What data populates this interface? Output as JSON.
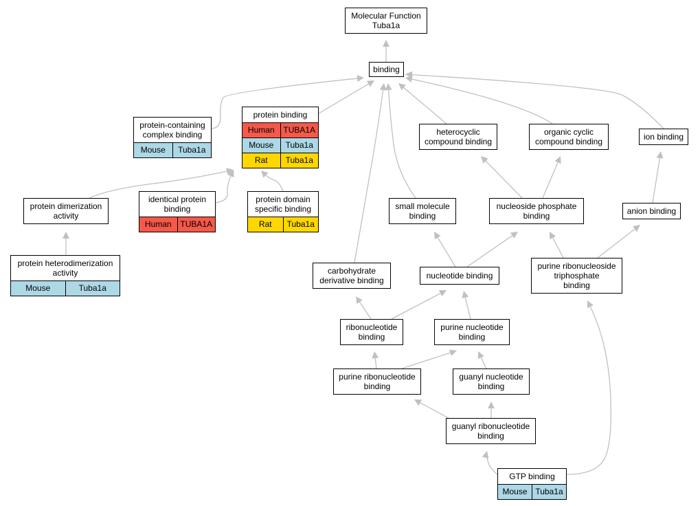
{
  "colors": {
    "human": "#f4594a",
    "mouse": "#add8e6",
    "rat": "#ffd700",
    "edge": "#c0c0c0"
  },
  "nodes": {
    "root": {
      "label": "Molecular Function\nTuba1a"
    },
    "binding": {
      "label": "binding"
    },
    "protein_containing_complex_binding": {
      "label": "protein-containing\ncomplex binding",
      "annotations": [
        {
          "species": "Mouse",
          "gene": "Tuba1a"
        }
      ]
    },
    "protein_binding": {
      "label": "protein binding",
      "annotations": [
        {
          "species": "Human",
          "gene": "TUBA1A"
        },
        {
          "species": "Mouse",
          "gene": "Tuba1a"
        },
        {
          "species": "Rat",
          "gene": "Tuba1a"
        }
      ]
    },
    "heterocyclic_compound_binding": {
      "label": "heterocyclic\ncompound binding"
    },
    "organic_cyclic_compound_binding": {
      "label": "organic cyclic\ncompound binding"
    },
    "ion_binding": {
      "label": "ion binding"
    },
    "protein_dimerization_activity": {
      "label": "protein dimerization\nactivity"
    },
    "identical_protein_binding": {
      "label": "identical protein\nbinding",
      "annotations": [
        {
          "species": "Human",
          "gene": "TUBA1A"
        }
      ]
    },
    "protein_domain_specific_binding": {
      "label": "protein domain\nspecific binding",
      "annotations": [
        {
          "species": "Rat",
          "gene": "Tuba1a"
        }
      ]
    },
    "small_molecule_binding": {
      "label": "small molecule\nbinding"
    },
    "nucleoside_phosphate_binding": {
      "label": "nucleoside phosphate\nbinding"
    },
    "anion_binding": {
      "label": "anion binding"
    },
    "protein_heterodimerization_activity": {
      "label": "protein heterodimerization\nactivity",
      "annotations": [
        {
          "species": "Mouse",
          "gene": "Tuba1a"
        }
      ]
    },
    "carbohydrate_derivative_binding": {
      "label": "carbohydrate\nderivative binding"
    },
    "nucleotide_binding": {
      "label": "nucleotide binding"
    },
    "purine_ribonucleoside_triphosphate_binding": {
      "label": "purine ribonucleoside\ntriphosphate\nbinding"
    },
    "ribonucleotide_binding": {
      "label": "ribonucleotide\nbinding"
    },
    "purine_nucleotide_binding": {
      "label": "purine nucleotide\nbinding"
    },
    "purine_ribonucleotide_binding": {
      "label": "purine ribonucleotide\nbinding"
    },
    "guanyl_nucleotide_binding": {
      "label": "guanyl nucleotide\nbinding"
    },
    "guanyl_ribonucleotide_binding": {
      "label": "guanyl ribonucleotide\nbinding"
    },
    "gtp_binding": {
      "label": "GTP binding",
      "annotations": [
        {
          "species": "Mouse",
          "gene": "Tuba1a"
        }
      ]
    }
  },
  "edges": [
    [
      "binding",
      "root"
    ],
    [
      "protein_containing_complex_binding",
      "binding"
    ],
    [
      "protein_binding",
      "binding"
    ],
    [
      "heterocyclic_compound_binding",
      "binding"
    ],
    [
      "organic_cyclic_compound_binding",
      "binding"
    ],
    [
      "ion_binding",
      "binding"
    ],
    [
      "small_molecule_binding",
      "binding"
    ],
    [
      "carbohydrate_derivative_binding",
      "binding"
    ],
    [
      "protein_dimerization_activity",
      "protein_binding"
    ],
    [
      "identical_protein_binding",
      "protein_binding"
    ],
    [
      "protein_domain_specific_binding",
      "protein_binding"
    ],
    [
      "protein_heterodimerization_activity",
      "protein_dimerization_activity"
    ],
    [
      "nucleoside_phosphate_binding",
      "heterocyclic_compound_binding"
    ],
    [
      "nucleoside_phosphate_binding",
      "organic_cyclic_compound_binding"
    ],
    [
      "anion_binding",
      "ion_binding"
    ],
    [
      "nucleotide_binding",
      "small_molecule_binding"
    ],
    [
      "nucleotide_binding",
      "nucleoside_phosphate_binding"
    ],
    [
      "purine_ribonucleoside_triphosphate_binding",
      "nucleoside_phosphate_binding"
    ],
    [
      "purine_ribonucleoside_triphosphate_binding",
      "anion_binding"
    ],
    [
      "ribonucleotide_binding",
      "carbohydrate_derivative_binding"
    ],
    [
      "ribonucleotide_binding",
      "nucleotide_binding"
    ],
    [
      "purine_nucleotide_binding",
      "nucleotide_binding"
    ],
    [
      "purine_ribonucleotide_binding",
      "ribonucleotide_binding"
    ],
    [
      "purine_ribonucleotide_binding",
      "purine_nucleotide_binding"
    ],
    [
      "guanyl_nucleotide_binding",
      "purine_nucleotide_binding"
    ],
    [
      "guanyl_ribonucleotide_binding",
      "purine_ribonucleotide_binding"
    ],
    [
      "guanyl_ribonucleotide_binding",
      "guanyl_nucleotide_binding"
    ],
    [
      "gtp_binding",
      "guanyl_ribonucleotide_binding"
    ],
    [
      "gtp_binding",
      "purine_ribonucleoside_triphosphate_binding"
    ]
  ]
}
